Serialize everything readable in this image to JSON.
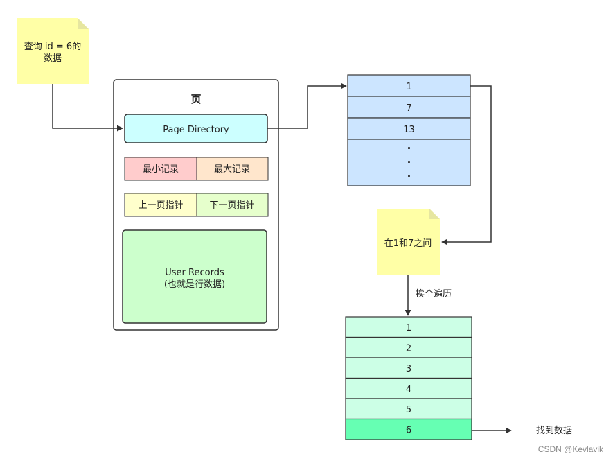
{
  "query_note": {
    "line1": "查询 id = 6的",
    "line2": "数据"
  },
  "page": {
    "title": "页",
    "directory_label": "Page Directory",
    "min_record": "最小记录",
    "max_record": "最大记录",
    "prev_pointer": "上一页指针",
    "next_pointer": "下一页指针",
    "user_records_line1": "User Records",
    "user_records_line2": "(也就是行数据)"
  },
  "directory_slots": [
    "1",
    "7",
    "13"
  ],
  "directory_ellipsis": [
    "·",
    "·",
    "·"
  ],
  "between_note": "在1和7之间",
  "traverse_label": "挨个遍历",
  "records": [
    "1",
    "2",
    "3",
    "4",
    "5",
    "6"
  ],
  "found_label": "找到数据",
  "watermark": "CSDN @Kevlavik",
  "colors": {
    "sticky_note": "#ffffa6",
    "sticky_fold": "#e6e6a0",
    "directory_box": "#ccffff",
    "min_record": "#ffcccc",
    "max_record": "#ffe6cc",
    "prev_pointer": "#ffffcc",
    "next_pointer": "#e6ffcc",
    "user_records": "#ccffcc",
    "slot_fill": "#cce5ff",
    "record_fill": "#ccffe6",
    "record_found": "#66ffb3",
    "line": "#333333"
  }
}
